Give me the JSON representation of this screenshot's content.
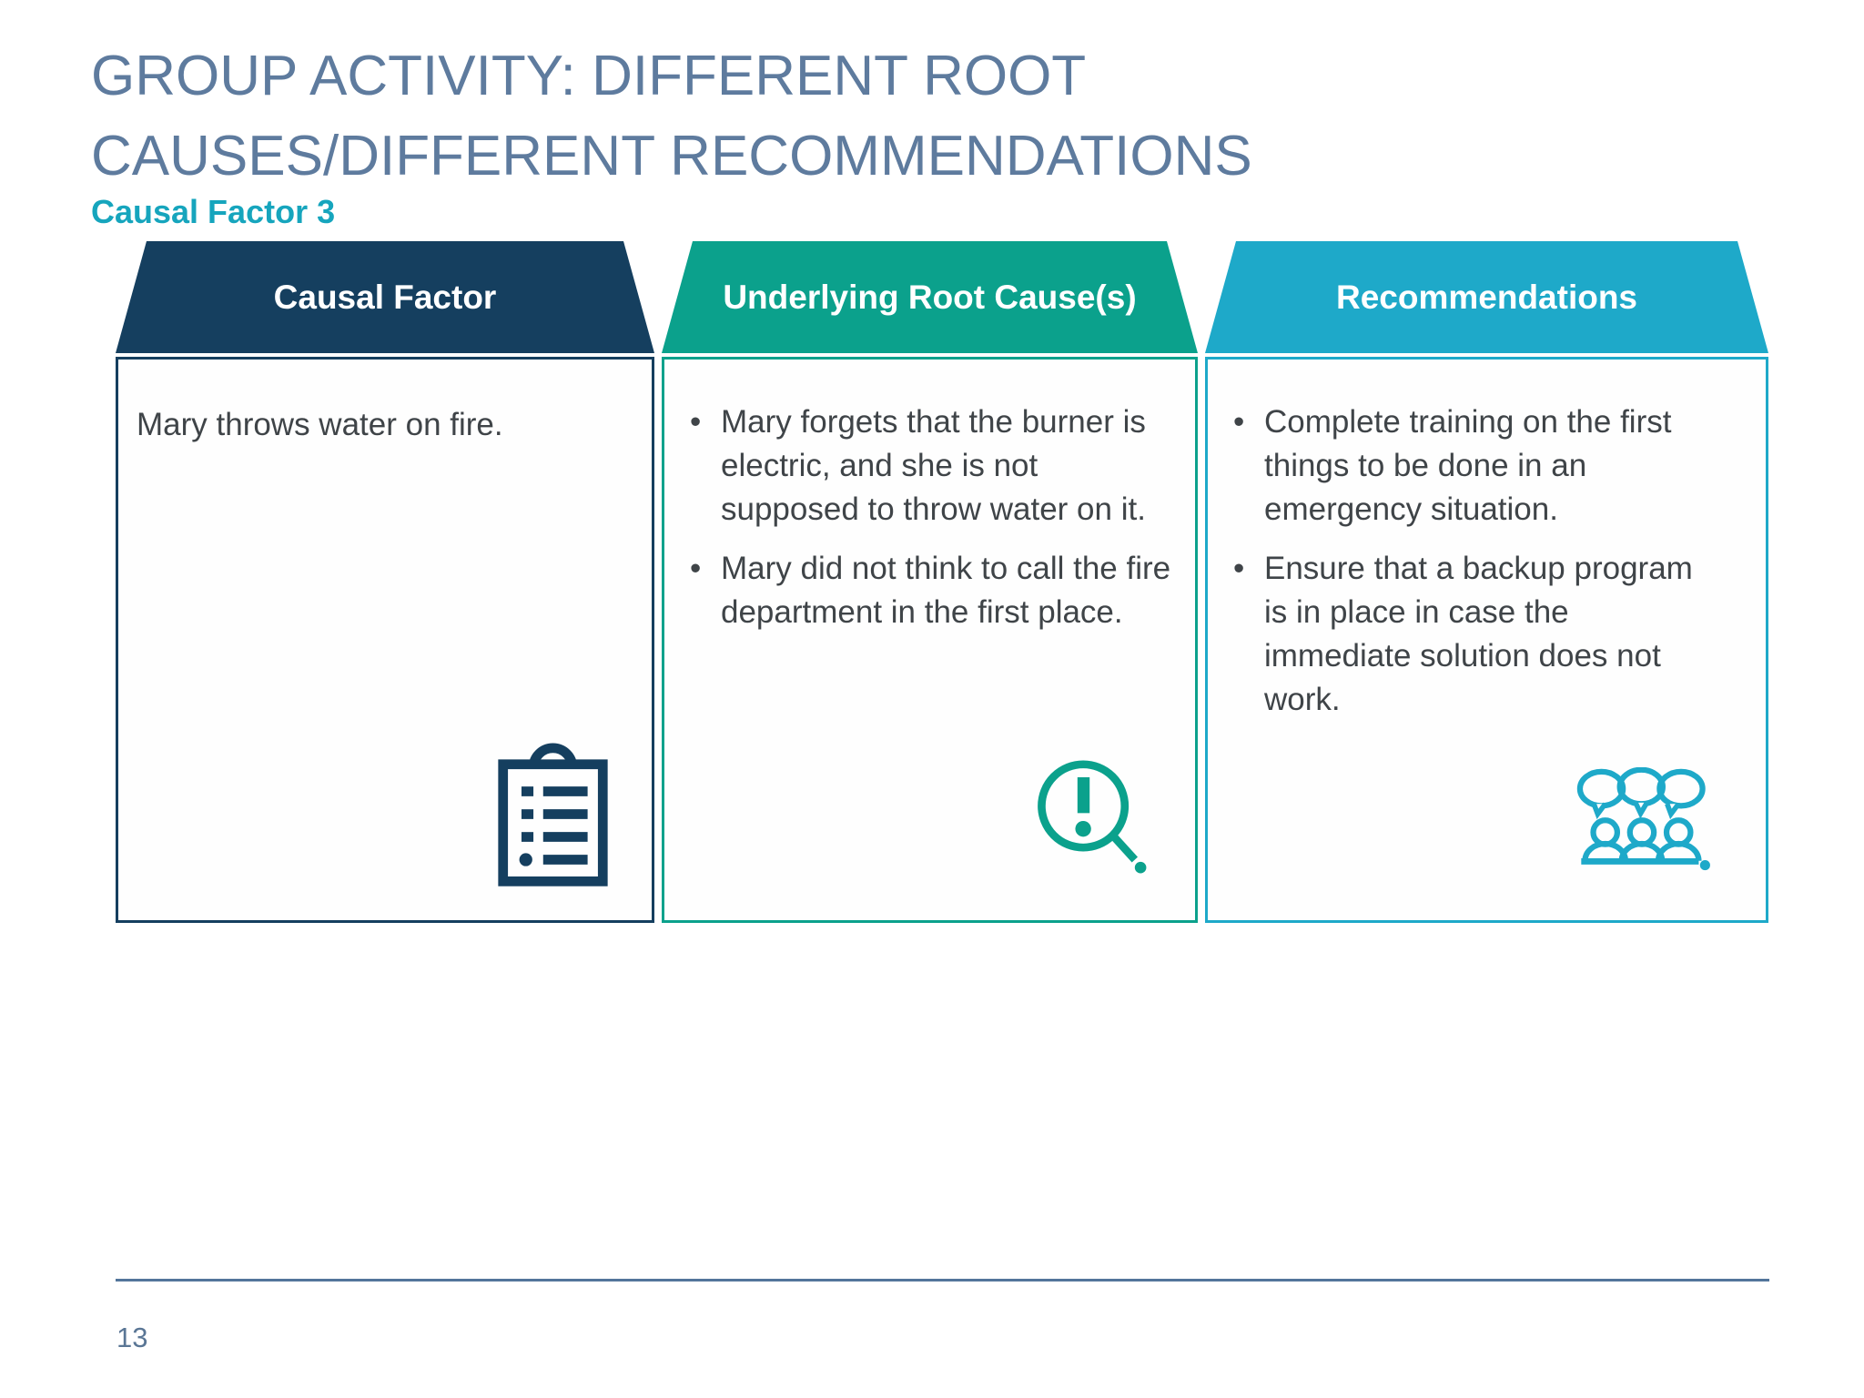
{
  "slide": {
    "title": "GROUP ACTIVITY: DIFFERENT ROOT CAUSES/DIFFERENT RECOMMENDATIONS",
    "subtitle": "Causal Factor 3",
    "page_number": "13"
  },
  "table": {
    "columns": [
      {
        "header": "Causal Factor",
        "header_color": "#153f5f",
        "border_color": "#153f5f",
        "icon": "clipboard-checklist-icon",
        "text": "Mary throws water on fire.",
        "bullets": []
      },
      {
        "header": "Underlying Root Cause(s)",
        "header_color": "#0ba18c",
        "border_color": "#0ba18c",
        "icon": "magnifier-exclamation-icon",
        "text": "",
        "bullets": [
          "Mary forgets that the burner is electric, and she is not supposed to throw water on it.",
          "Mary did not think to call the fire department in the first place."
        ]
      },
      {
        "header": "Recommendations",
        "header_color": "#1ea9c9",
        "border_color": "#1ea9c9",
        "icon": "people-discussion-icon",
        "text": "",
        "bullets": [
          "Complete training on the first things to be done in an emergency situation.",
          "Ensure that a backup program is in place in case the immediate solution does not work."
        ]
      }
    ]
  },
  "colors": {
    "title_text": "#5e7b9e",
    "subtitle_text": "#16a5bd",
    "body_text": "#3f4448",
    "header_text": "#ffffff",
    "footer_line": "#53759b",
    "page_number_text": "#5a7695"
  }
}
